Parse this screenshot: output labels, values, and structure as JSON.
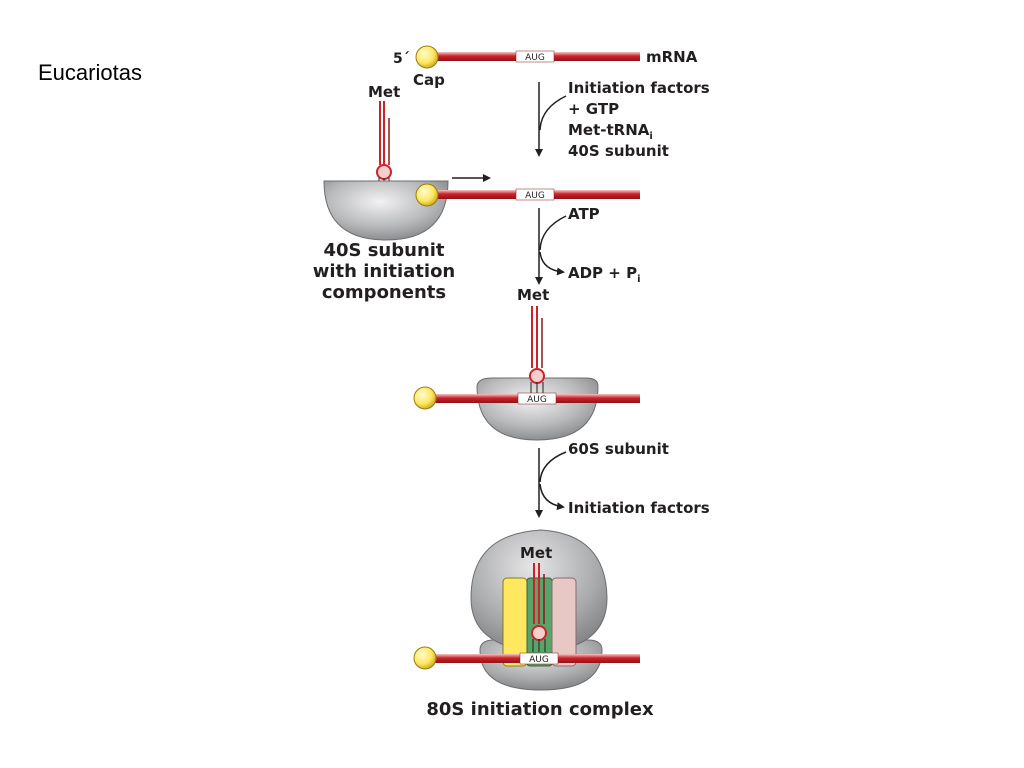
{
  "slide": {
    "title": "Eucariotas"
  },
  "diagram": {
    "labels": {
      "five_prime": "5´",
      "cap": "Cap",
      "mrna": "mRNA",
      "codon": "AUG",
      "met": "Met",
      "step1_line1": "Initiation factors",
      "step1_line2": "+ GTP",
      "step1_line3_main": "Met-tRNA",
      "step1_line3_sub": "i",
      "step1_line4": "40S subunit",
      "atp": "ATP",
      "adp_main": "ADP + P",
      "adp_sub": "i",
      "subunit_caption_line1": "40S subunit",
      "subunit_caption_line2": "with initiation",
      "subunit_caption_line3": "components",
      "sixty_s": "60S subunit",
      "initiation_factors": "Initiation factors",
      "complex_caption": "80S initiation complex"
    },
    "colors": {
      "mrna_red": "#cc2229",
      "cap_yellow": "#fde860",
      "ribosome_gray": "#9a9b9d",
      "site_yellow": "#fde860",
      "site_green": "#5aa46c",
      "site_pink": "#e8c8c4",
      "trna_red": "#cc2229"
    }
  }
}
